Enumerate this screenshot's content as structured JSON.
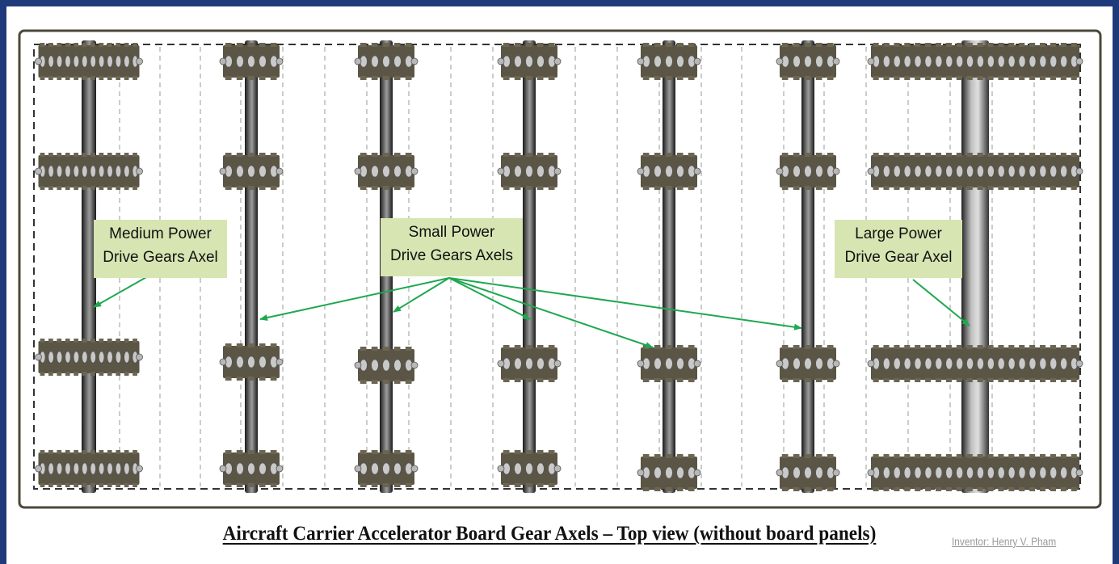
{
  "labels": {
    "medium": {
      "line1": "Medium Power",
      "line2": "Drive Gears Axel"
    },
    "small": {
      "line1": "Small Power",
      "line2": "Drive Gears Axels"
    },
    "large": {
      "line1": "Large Power",
      "line2": "Drive Gear Axel"
    }
  },
  "caption": "Aircraft Carrier Accelerator Board Gear Axels – Top view (without board panels)",
  "inventor": "Inventor: Henry V. Pham",
  "colors": {
    "frame_border": "#1f3a7a",
    "gear": "#5a5545",
    "gear_tooth": "#c9c9c9",
    "axle": "#2e2e2e",
    "arrow": "#1fa84f",
    "callout_bg": "#d7e5b3"
  }
}
